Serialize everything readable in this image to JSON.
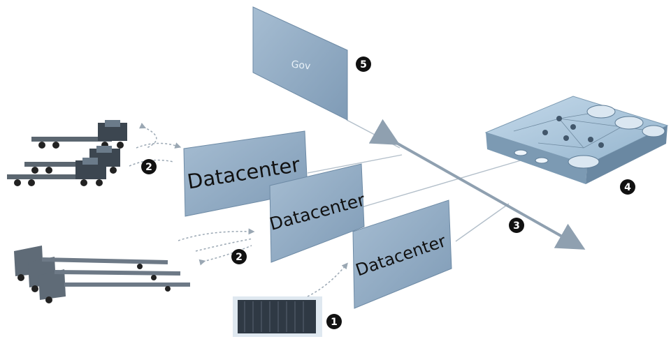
{
  "panels": {
    "gov": "Gov",
    "dc1": "Datacenter",
    "dc2": "Datacenter",
    "dc3": "Datacenter"
  },
  "markers": [
    "1",
    "2",
    "2",
    "3",
    "4",
    "5"
  ],
  "icons": {
    "trucks_top": "flatbed-truck-icon",
    "trucks_bottom": "truck-convoy-icon",
    "container": "shipping-container-icon",
    "network": "network-board-icon"
  },
  "colors": {
    "panel": "#8fa9c1",
    "panel_edge": "#5f7f9c",
    "board": "#a9c6dc",
    "arrow": "#8fa0b0",
    "marker": "#111111"
  }
}
